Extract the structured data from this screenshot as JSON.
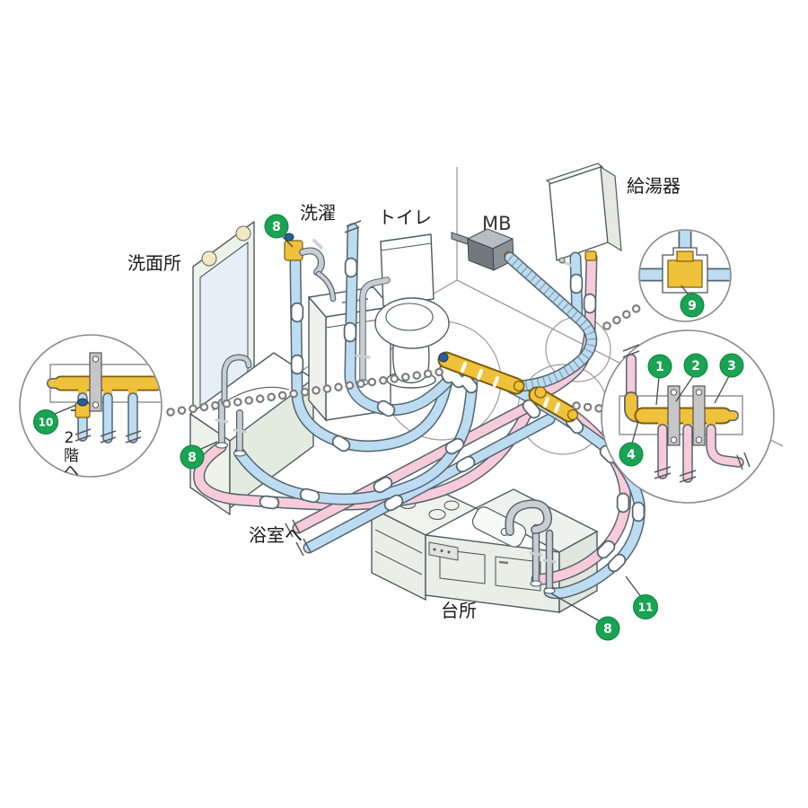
{
  "diagram": {
    "labels": {
      "washroom": "洗面所",
      "laundry": "洗濯",
      "toilet": "トイレ",
      "meter_box": "MB",
      "water_heater": "給湯器",
      "to_bathroom": "浴室へ",
      "kitchen": "台所",
      "to_second_floor": "2階へ"
    },
    "callout_numbers": {
      "n1": "1",
      "n2": "2",
      "n3": "3",
      "n4": "4",
      "n8": "8",
      "n9": "9",
      "n10": "10",
      "n11": "11"
    },
    "icons": {
      "cold_pipe": "cold-water-pipe",
      "hot_pipe": "hot-water-pipe",
      "manifold": "brass-manifold-header",
      "tee": "brass-tee-joint"
    }
  },
  "colors": {
    "cold_pipe": "#bcdcf2",
    "hot_pipe": "#f7cbd9",
    "brass": "#f0c13a",
    "badge_green": "#19a352",
    "outline": "#55656f",
    "chrome": "#c9ced3",
    "cabinet_green": "#edf3e8",
    "counter_green": "#e9efe6",
    "meter_gray": "#8d9197",
    "label_dark": "#1b1b1b",
    "mirror_blue": "#e6eff7",
    "light_yellow": "#f2e8c2"
  }
}
